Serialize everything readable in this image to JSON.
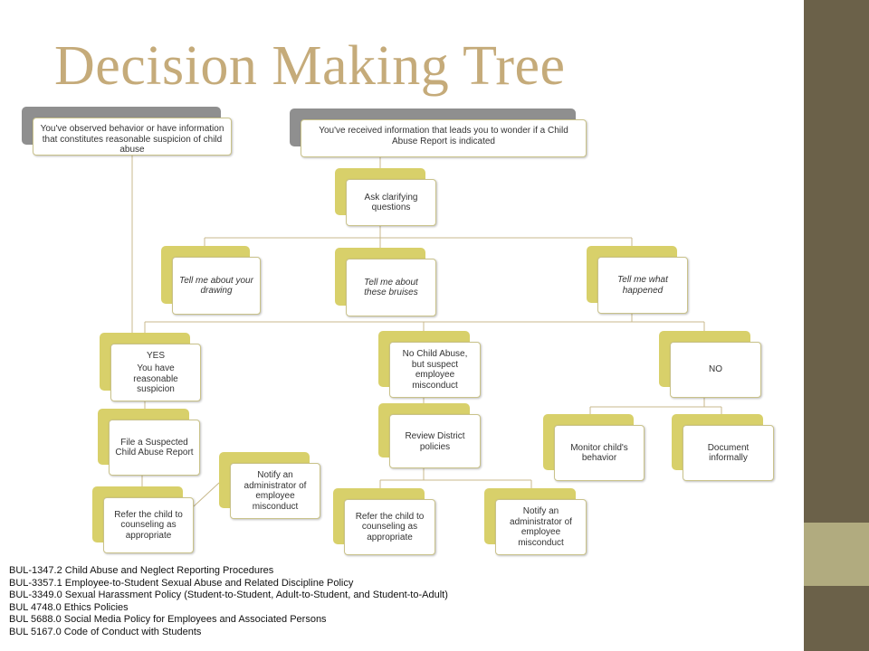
{
  "title": "Decision Making Tree",
  "nodes": {
    "observed": "You've observed behavior or have information that constitutes reasonable suspicion of child abuse",
    "received": "You've received information that leads you to wonder if a Child Abuse Report is indicated",
    "ask": "Ask clarifying questions",
    "drawing": "Tell me about your drawing",
    "bruises": "Tell me about these bruises",
    "happened": "Tell me what happened",
    "yes_title": "YES",
    "yes_text": "You have reasonable suspicion",
    "no_abuse": "No Child Abuse, but suspect employee misconduct",
    "no": "NO",
    "file_report": "File a Suspected Child Abuse Report",
    "review": "Review District policies",
    "monitor": "Monitor child's behavior",
    "document": "Document informally",
    "notify_left": "Notify an administrator of employee misconduct",
    "refer_left": "Refer the child to counseling as appropriate",
    "refer_mid": "Refer the child to counseling as appropriate",
    "notify_mid": "Notify an administrator of employee misconduct"
  },
  "references": [
    "BUL-1347.2 Child Abuse and Neglect Reporting Procedures",
    "BUL-3357.1 Employee-to-Student Sexual Abuse and Related Discipline Policy",
    "BUL-3349.0  Sexual Harassment Policy (Student-to-Student, Adult-to-Student, and Student-to-Adult)",
    "BUL 4748.0 Ethics Policies",
    "BUL 5688.0 Social Media Policy for Employees and Associated Persons",
    "BUL 5167.0  Code of Conduct with Students"
  ],
  "colors": {
    "accent": "#d8d06a",
    "title": "#c5ab7a",
    "rail_dark": "#6b6149",
    "rail_light": "#b1ab7f",
    "connector": "#c8b98c"
  }
}
